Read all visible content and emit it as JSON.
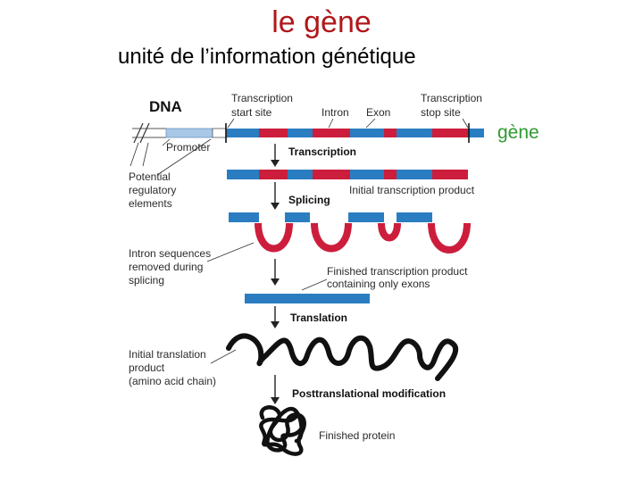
{
  "slide": {
    "title": "le gène",
    "subtitle": "unité de l’information  génétique",
    "gene_label": "gène"
  },
  "colors": {
    "title": "#b0171b",
    "gene_label": "#2f9a2f",
    "exon": "#2a7dc1",
    "intron": "#cc1e3c",
    "promoter": "#a9c8e8",
    "protein": "#111111"
  },
  "diagram": {
    "dna_label": "DNA",
    "tss_label": [
      "Transcription",
      "start site"
    ],
    "intron_label": "Intron",
    "exon_label": "Exon",
    "stop_label": [
      "Transcription",
      "stop site"
    ],
    "promoter_label": "Promoter",
    "regulatory_label": [
      "Potential",
      "regulatory",
      "elements"
    ],
    "step_transcription": "Transcription",
    "initial_product": "Initial transcription product",
    "step_splicing": "Splicing",
    "intron_removed": [
      "Intron sequences",
      "removed during",
      "splicing"
    ],
    "finished_product": [
      "Finished transcription product",
      "containing only exons"
    ],
    "step_translation": "Translation",
    "initial_translation": [
      "Initial translation",
      "product",
      "(amino acid chain)"
    ],
    "step_post": "Posttranslational modification",
    "finished_protein": "Finished protein"
  }
}
